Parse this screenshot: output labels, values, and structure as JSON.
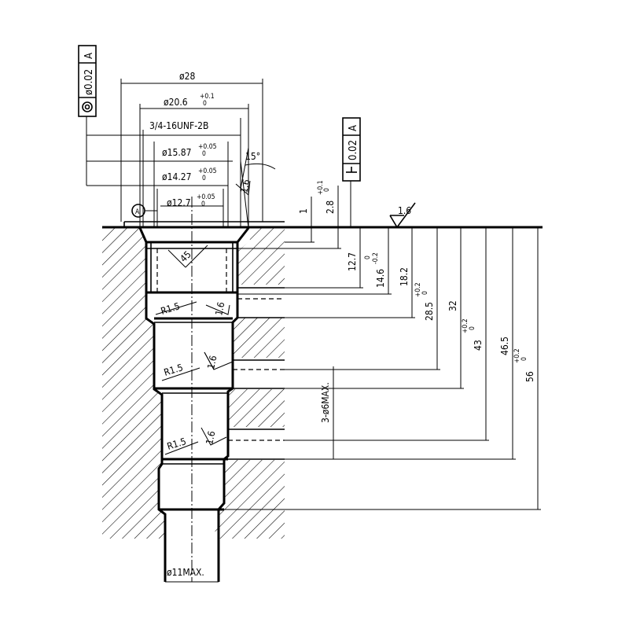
{
  "dims": {
    "d28": "ø28",
    "d20_6": "ø20.6",
    "d20_6_tol_up": "+0.1",
    "d20_6_tol_lo": "0",
    "thread": "3/4-16UNF-2B",
    "d15_87": "ø15.87",
    "d15_87_tol_up": "+0.05",
    "d15_87_tol_lo": "0",
    "d14_27": "ø14.27",
    "d14_27_tol_up": "+0.05",
    "d14_27_tol_lo": "0",
    "d12_7": "ø12.7",
    "d12_7_tol_up": "+0.05",
    "d12_7_tol_lo": "0",
    "angle15": "15°",
    "angle45": "45",
    "depth1": "1",
    "depth2_8": "2.8",
    "depth2_8_tol_up": "+0.1",
    "depth2_8_tol_lo": "0",
    "depth12_7": "12.7",
    "depth14_6": "14.6",
    "depth14_6_tol_up": "0",
    "depth14_6_tol_lo": "-0.2",
    "depth18_2": "18.2",
    "depth28_5": "28.5",
    "depth28_5_tol_up": "+0.2",
    "depth28_5_tol_lo": "0",
    "depth32": "32",
    "depth43": "43",
    "depth43_tol_up": "+0.2",
    "depth43_tol_lo": "0",
    "depth46_5": "46.5",
    "depth56": "56",
    "depth56_tol_up": "+0.2",
    "depth56_tol_lo": "0",
    "holes": "3-ø6MAX.",
    "d11": "ø11MAX.",
    "r1": "R1.5",
    "r2": "R1.5",
    "r3": "R1.5",
    "rough_top": "1.6",
    "rough1": "1.6",
    "rough2": "1.6",
    "rough3": "1.6",
    "rough4": "1.6"
  },
  "gdt": {
    "concentricity_value": "ø0.02",
    "concentricity_datum": "A",
    "perpendicularity_value": "0.02",
    "perpendicularity_datum": "A",
    "datum_label": "A"
  }
}
